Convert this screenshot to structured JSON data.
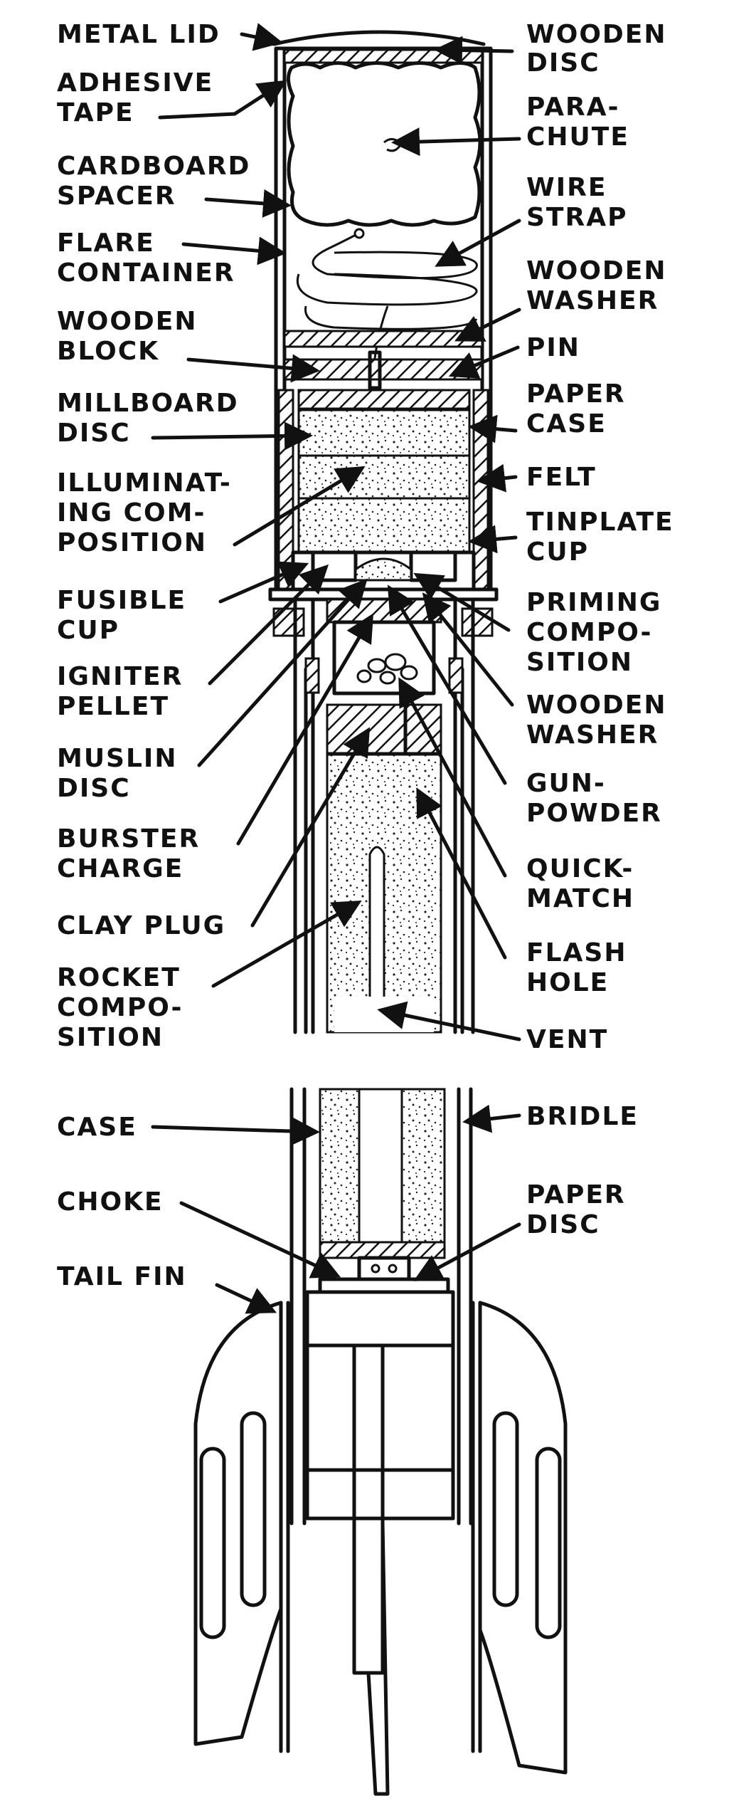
{
  "diagram": {
    "labels": {
      "metal_lid": [
        "METAL LID"
      ],
      "wooden_disc": [
        "WOODEN",
        "DISC"
      ],
      "adhesive_tape": [
        "ADHESIVE",
        "TAPE"
      ],
      "parachute": [
        "PARA-",
        "CHUTE"
      ],
      "cardboard_spacer": [
        "CARDBOARD",
        "SPACER"
      ],
      "wire_strap": [
        "WIRE",
        "STRAP"
      ],
      "flare_container": [
        "FLARE",
        "CONTAINER"
      ],
      "wooden_washer_top": [
        "WOODEN",
        "WASHER"
      ],
      "wooden_block": [
        "WOODEN",
        "BLOCK"
      ],
      "pin": [
        "PIN"
      ],
      "millboard_disc": [
        "MILLBOARD",
        "DISC"
      ],
      "paper_case": [
        "PAPER",
        "CASE"
      ],
      "illuminating_composition": [
        "ILLUMINAT-",
        "ING COM-",
        "POSITION"
      ],
      "felt": [
        "FELT"
      ],
      "tinplate_cup": [
        "TINPLATE",
        "CUP"
      ],
      "fusible_cup": [
        "FUSIBLE",
        "CUP"
      ],
      "priming_composition": [
        "PRIMING",
        "COMPO-",
        "SITION"
      ],
      "igniter_pellet": [
        "IGNITER",
        "PELLET"
      ],
      "wooden_washer_mid": [
        "WOODEN",
        "WASHER"
      ],
      "muslin_disc": [
        "MUSLIN",
        "DISC"
      ],
      "gunpowder": [
        "GUN-",
        "POWDER"
      ],
      "burster_charge": [
        "BURSTER",
        "CHARGE"
      ],
      "quickmatch": [
        "QUICK-",
        "MATCH"
      ],
      "clay_plug": [
        "CLAY PLUG"
      ],
      "flash_hole": [
        "FLASH",
        "HOLE"
      ],
      "rocket_composition": [
        "ROCKET",
        "COMPO-",
        "SITION"
      ],
      "vent": [
        "VENT"
      ],
      "case": [
        "CASE"
      ],
      "bridle": [
        "BRIDLE"
      ],
      "choke": [
        "CHOKE"
      ],
      "paper_disc": [
        "PAPER",
        "DISC"
      ],
      "tail_fin": [
        "TAIL FIN"
      ]
    }
  }
}
